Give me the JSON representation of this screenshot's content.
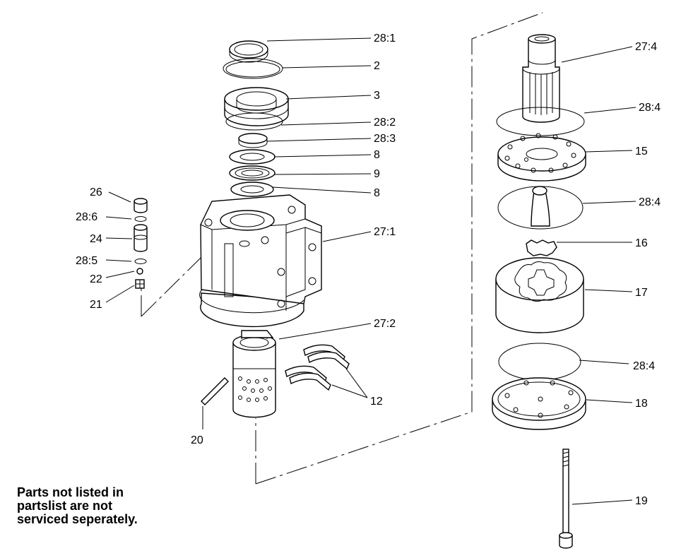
{
  "callouts": [
    {
      "id": "c1",
      "text": "28:1"
    },
    {
      "id": "c2",
      "text": "2"
    },
    {
      "id": "c3",
      "text": "3"
    },
    {
      "id": "c4",
      "text": "28:2"
    },
    {
      "id": "c5",
      "text": "28:3"
    },
    {
      "id": "c6",
      "text": "8"
    },
    {
      "id": "c7",
      "text": "9"
    },
    {
      "id": "c8",
      "text": "8"
    },
    {
      "id": "c9",
      "text": "27:1"
    },
    {
      "id": "c10",
      "text": "26"
    },
    {
      "id": "c11",
      "text": "28:6"
    },
    {
      "id": "c12",
      "text": "24"
    },
    {
      "id": "c13",
      "text": "28:5"
    },
    {
      "id": "c14",
      "text": "22"
    },
    {
      "id": "c15",
      "text": "21"
    },
    {
      "id": "c16",
      "text": "27:2"
    },
    {
      "id": "c17",
      "text": "12"
    },
    {
      "id": "c18",
      "text": "20"
    },
    {
      "id": "c19",
      "text": "27:4"
    },
    {
      "id": "c20",
      "text": "28:4"
    },
    {
      "id": "c21",
      "text": "15"
    },
    {
      "id": "c22",
      "text": "28:4"
    },
    {
      "id": "c23",
      "text": "16"
    },
    {
      "id": "c24",
      "text": "17"
    },
    {
      "id": "c25",
      "text": "28:4"
    },
    {
      "id": "c26",
      "text": "18"
    },
    {
      "id": "c27",
      "text": "19"
    }
  ],
  "note": {
    "line1": "Parts not listed in",
    "line2": "partslist are not",
    "line3": "serviced seperately."
  }
}
